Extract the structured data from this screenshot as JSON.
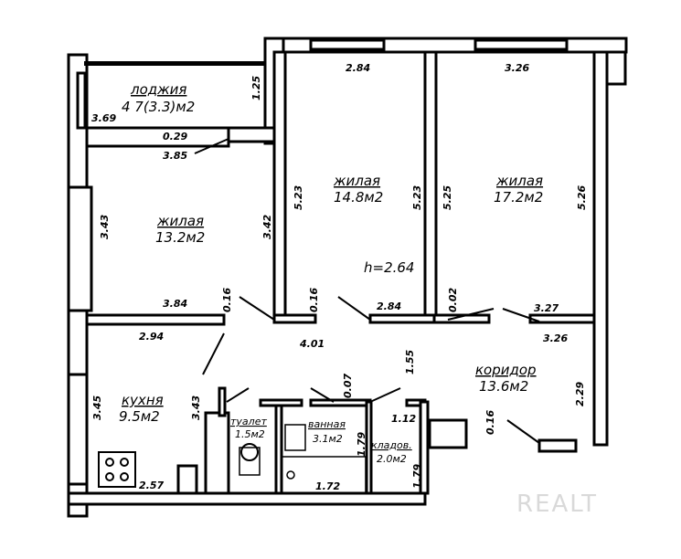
{
  "rooms": {
    "loggia": {
      "name": "лоджия",
      "area": "4 7(3.3)м2"
    },
    "living1": {
      "name": "жилая",
      "area": "13.2м2"
    },
    "living2": {
      "name": "жилая",
      "area": "14.8м2"
    },
    "living3": {
      "name": "жилая",
      "area": "17.2м2"
    },
    "kitchen": {
      "name": "кухня",
      "area": "9.5м2"
    },
    "toilet": {
      "name": "туалет",
      "area": "1.5м2"
    },
    "bath": {
      "name": "ванная",
      "area": "3.1м2"
    },
    "storage": {
      "name": "кладов.",
      "area": "2.0м2"
    },
    "corridor": {
      "name": "коридор",
      "area": "13.6м2"
    }
  },
  "ceiling_height": "h=2.64",
  "dims": {
    "d369": "3.69",
    "d125": "1.25",
    "d029": "0.29",
    "d385": "3.85",
    "d343a": "3.43",
    "d342": "3.42",
    "d384": "3.84",
    "d016a": "0.16",
    "d284a": "2.84",
    "d523a": "5.23",
    "d523b": "5.23",
    "d016b": "0.16",
    "d284b": "2.84",
    "d326a": "3.26",
    "d525": "5.25",
    "d526": "5.26",
    "d002a": "0.02",
    "d327": "3.27",
    "d326b": "3.26",
    "d229": "2.29",
    "d016c": "0.16",
    "d294": "2.94",
    "d401": "4.01",
    "d155": "1.55",
    "d002b": "0.07",
    "d345": "3.45",
    "d343b": "3.43",
    "d257": "2.57",
    "d112": "1.12",
    "d179a": "1.79",
    "d179b": "1.79",
    "d172": "1.72"
  },
  "watermark": "REALT"
}
